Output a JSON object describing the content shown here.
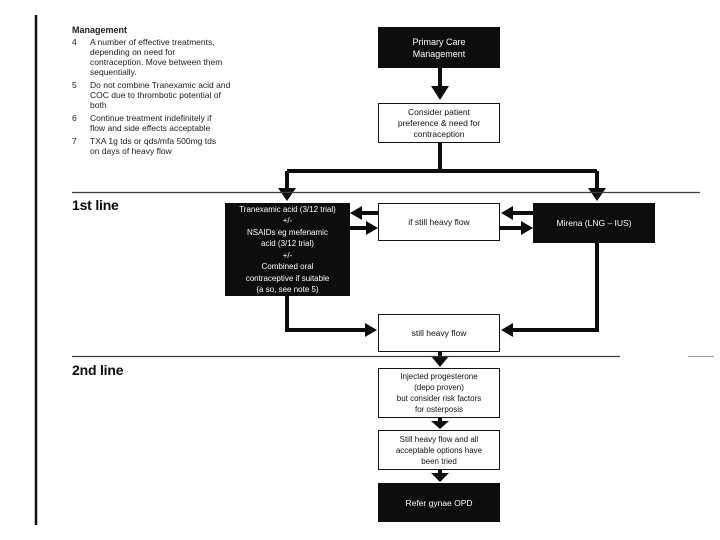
{
  "slide": {
    "management": {
      "title": "Management",
      "items": [
        {
          "num": "4",
          "lines": [
            "A number of effective treatments,",
            "depending on need for",
            "contraception. Move between them",
            "sequentially."
          ]
        },
        {
          "num": "5",
          "lines": [
            "Do not combine Tranexamic acid and",
            "COC due to thrombotic potential of",
            "both"
          ]
        },
        {
          "num": "6",
          "lines": [
            "Continue treatment indefinitely if",
            "flow and side effects acceptable"
          ]
        },
        {
          "num": "7",
          "lines": [
            "TXA 1g tds or qds/mfa 500mg tds",
            "on days of heavy flow"
          ]
        }
      ]
    },
    "sections": {
      "first": "1st line",
      "second": "2nd line"
    },
    "boxes": {
      "primary_care": [
        "Primary Care",
        "Management"
      ],
      "consider": [
        "Consider patient",
        "preference & need for",
        "contraception"
      ],
      "first_line_treatment": [
        "Tranexamic acid (3/12 trial)",
        "+/-",
        "NSAIDs eg mefenamic",
        "acid (3/12 trial)",
        "+/-",
        "Combined oral",
        "contraceptive if suitable",
        "(a so, see note 5)"
      ],
      "if_still_heavy": [
        "if still heavy flow"
      ],
      "mirena": [
        "Mirena (LNG – IUS)"
      ],
      "still_heavy": [
        "still heavy flow"
      ],
      "injected_progesterone": [
        "Injected progesterone",
        "(depo proven)",
        "but consider risk factors",
        "for osterposis"
      ],
      "options_tried": [
        "Still heavy flow and all",
        "acceptable options have",
        "been tried"
      ],
      "refer": [
        "Refer gynae OPD"
      ]
    },
    "colors": {
      "box_black": "#0d0d0d",
      "box_border": "#141414",
      "text": "#171717",
      "background": "#ffffff"
    }
  }
}
